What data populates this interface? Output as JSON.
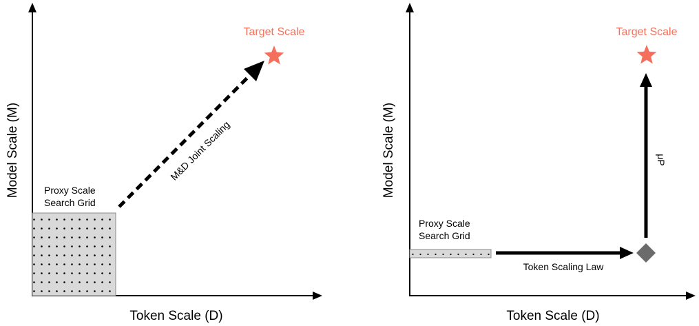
{
  "colors": {
    "target": "#f4705c",
    "axis": "#000000",
    "grid_fill": "#d9d9d9",
    "grid_stroke": "#8c8c8c",
    "diamond": "#6b6b6b"
  },
  "left": {
    "y_label": "Model Scale (M)",
    "x_label": "Token Scale (D)",
    "target_label": "Target Scale",
    "target_icon": "star-icon",
    "proxy_line1": "Proxy Scale",
    "proxy_line2": "Search Grid",
    "arrow_label": "M&D Joint Scaling"
  },
  "right": {
    "y_label": "Model Scale (M)",
    "x_label": "Token Scale (D)",
    "target_label": "Target Scale",
    "target_icon": "star-icon",
    "proxy_line1": "Proxy Scale",
    "proxy_line2": "Search Grid",
    "horizontal_arrow_label": "Token Scaling Law",
    "vertical_arrow_label": "μP",
    "intermediate_icon": "diamond-icon"
  }
}
